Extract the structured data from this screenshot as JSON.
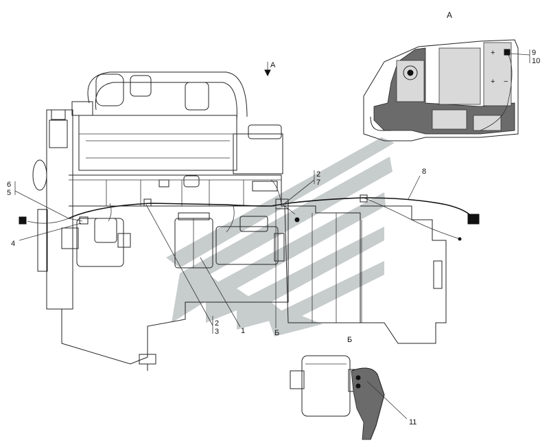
{
  "view_labels": {
    "view_a_arrow": "А",
    "view_a_inset": "А",
    "view_b_pointer": "Б",
    "view_b_inset": "Б"
  },
  "callouts": {
    "c1": "1",
    "c2_top": "2",
    "c7": "7",
    "c2_bottom": "2",
    "c3": "3",
    "c4": "4",
    "c5": "5",
    "c6": "6",
    "c8": "8",
    "c9": "9",
    "c10": "10",
    "c11": "11"
  },
  "symbols": {
    "plus_a": "+",
    "plus_b": "+",
    "minus": "−"
  },
  "colors": {
    "line": "#222222",
    "watermark": "#c7cccc",
    "shade": "#6b6b6b"
  }
}
